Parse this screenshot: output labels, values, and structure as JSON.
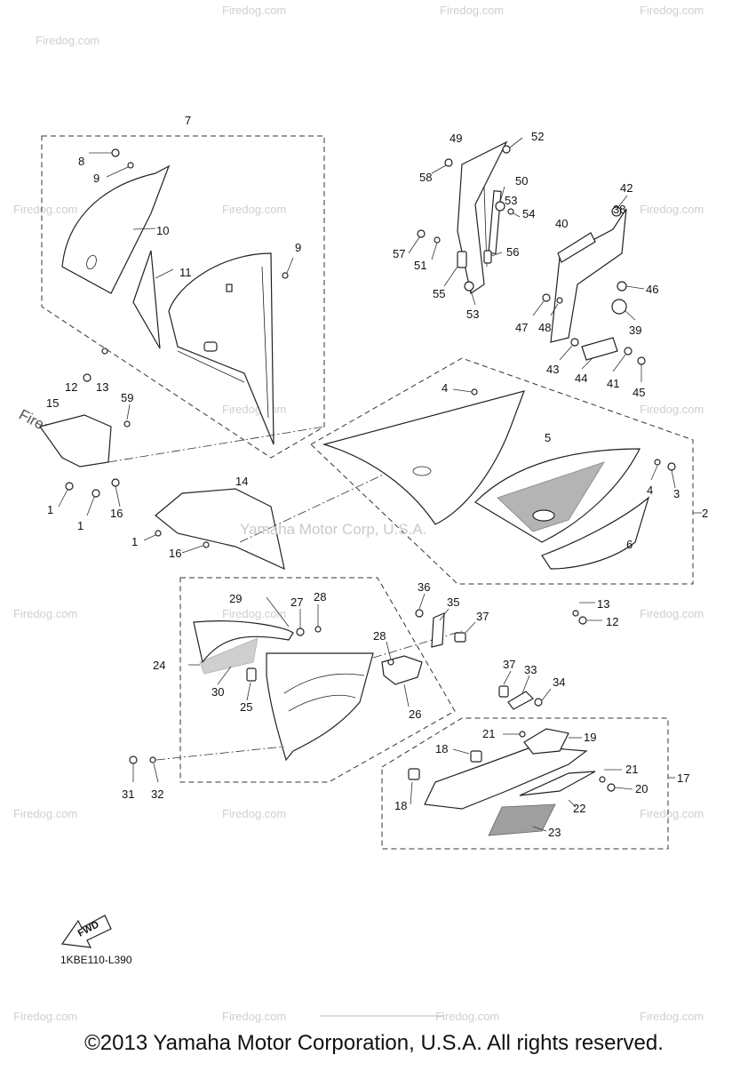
{
  "watermark": {
    "site": "Firedog.com",
    "center": "Yamaha Motor Corp, U.S.A."
  },
  "diagram": {
    "code": "1KBE110-L390",
    "fwd_label": "FWD",
    "callouts": [
      "1",
      "2",
      "3",
      "4",
      "5",
      "6",
      "7",
      "8",
      "9",
      "10",
      "11",
      "12",
      "13",
      "14",
      "15",
      "16",
      "17",
      "18",
      "19",
      "20",
      "21",
      "22",
      "23",
      "24",
      "25",
      "26",
      "27",
      "28",
      "29",
      "30",
      "31",
      "32",
      "33",
      "34",
      "35",
      "36",
      "37",
      "38",
      "39",
      "40",
      "41",
      "42",
      "43",
      "44",
      "45",
      "46",
      "47",
      "48",
      "49",
      "50",
      "51",
      "52",
      "53",
      "54",
      "55",
      "56",
      "57",
      "58",
      "59"
    ]
  },
  "footer": {
    "copyright": "©2013 Yamaha Motor Corporation, U.S.A. All rights reserved."
  }
}
